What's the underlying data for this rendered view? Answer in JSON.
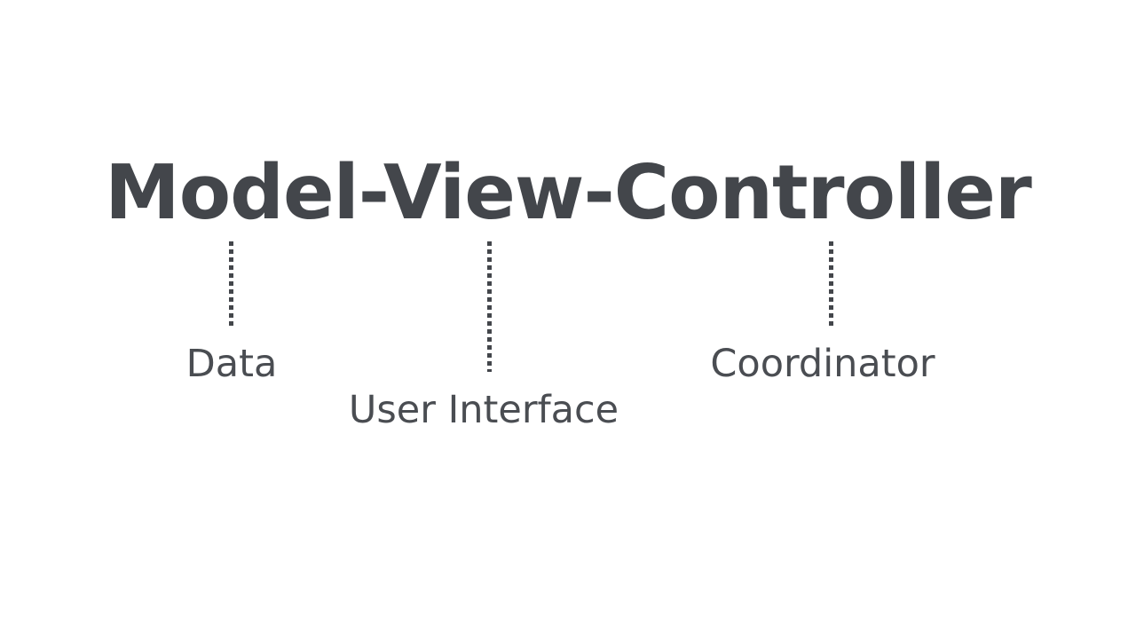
{
  "diagram": {
    "title": "Model-View-Controller",
    "title_color": "#43464b",
    "background_color": "#ffffff",
    "label_color": "#4a4d52",
    "connector_color": "#43464b",
    "nodes": [
      {
        "term": "Model",
        "label": "Data",
        "connector_name": "connector-model",
        "connector_style": "dotted-vertical"
      },
      {
        "term": "View",
        "label": "User Interface",
        "connector_name": "connector-view",
        "connector_style": "dotted-vertical"
      },
      {
        "term": "Controller",
        "label": "Coordinator",
        "connector_name": "connector-controller",
        "connector_style": "dotted-vertical"
      }
    ]
  }
}
